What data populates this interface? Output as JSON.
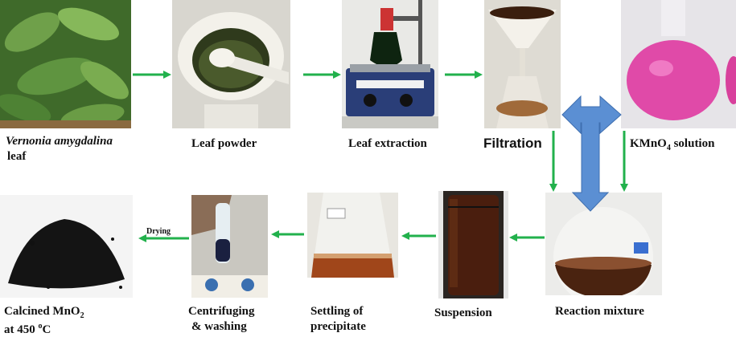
{
  "steps": {
    "leaf": {
      "label_italic": "Vernonia amygdalina",
      "label_rest": "leaf"
    },
    "powder": {
      "label": "Leaf powder"
    },
    "extraction": {
      "label": "Leaf extraction"
    },
    "filtration": {
      "label": "Filtration"
    },
    "kmno4": {
      "label_prefix": "KMnO",
      "label_sub": "4",
      "label_suffix": " solution"
    },
    "reaction": {
      "label": "Reaction mixture"
    },
    "suspension": {
      "label": "Suspension"
    },
    "settling": {
      "line1": "Settling of",
      "line2": "precipitate"
    },
    "centrifuge": {
      "line1": "Centrifuging",
      "line2": "& washing"
    },
    "calcined": {
      "line1_prefix": "Calcined MnO",
      "line1_sub": "2",
      "line2_prefix": "at 450 ",
      "line2_sup": "o",
      "line2_suffix": "C"
    }
  },
  "drying_label": "Drying",
  "colors": {
    "arrow_green": "#22b14c",
    "arrow_blue": "#5b8fd3",
    "kmno4_pink": "#e04aa8",
    "precipitate_brown": "#5a2a10"
  }
}
